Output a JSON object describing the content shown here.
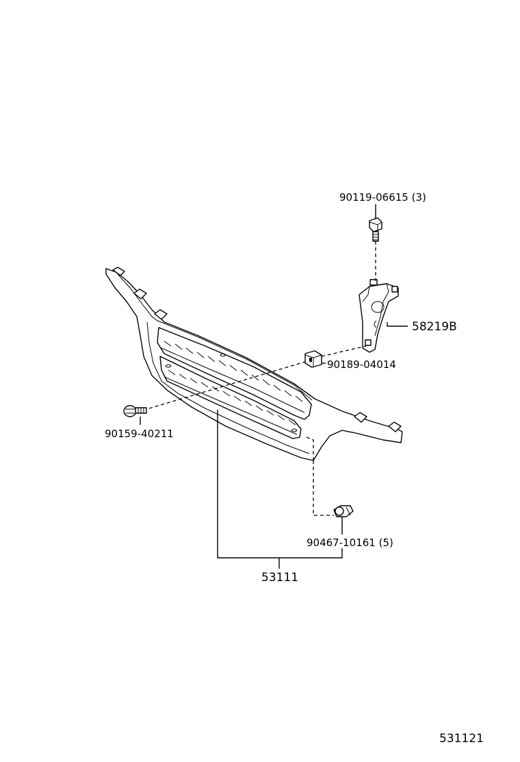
{
  "diagram": {
    "parts": {
      "bolt_top": "90119-06615 (3)",
      "bracket": "58219B",
      "clip_nut": "90189-04014",
      "bolt_left": "90159-40211",
      "clip_bottom": "90467-10161 (5)",
      "grille": "53111"
    },
    "figure_code": "531121"
  },
  "colors": {
    "ink": "#000000",
    "paper": "#ffffff"
  }
}
